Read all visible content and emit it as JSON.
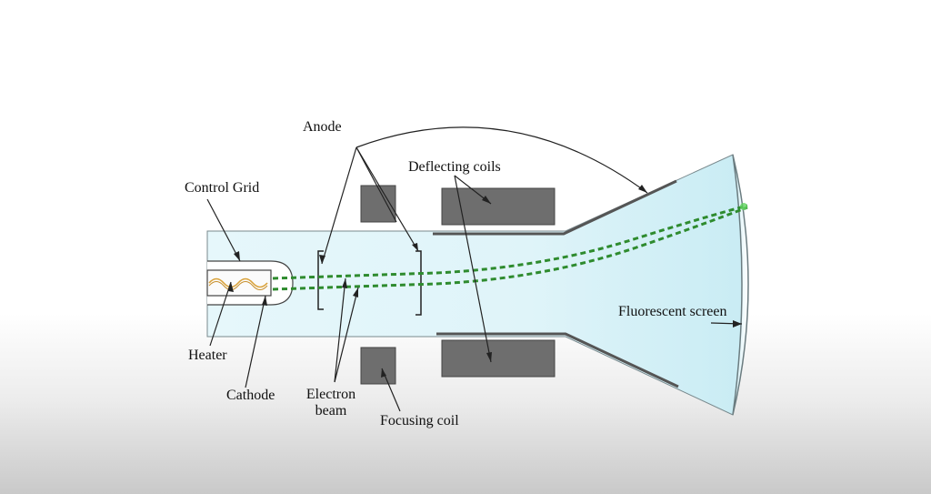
{
  "labels": {
    "anode": "Anode",
    "deflecting_coils": "Deflecting coils",
    "control_grid": "Control Grid",
    "fluorescent_screen": "Fluorescent screen",
    "heater": "Heater",
    "cathode": "Cathode",
    "electron_beam_line1": "Electron",
    "electron_beam_line2": "beam",
    "focusing_coil": "Focusing coil"
  },
  "colors": {
    "glass_tint": "#dff5fa",
    "coil_fill": "#6e6e6e",
    "beam": "#2e8b2e",
    "heater_wire": "#d9a23a",
    "outline": "#555555"
  }
}
